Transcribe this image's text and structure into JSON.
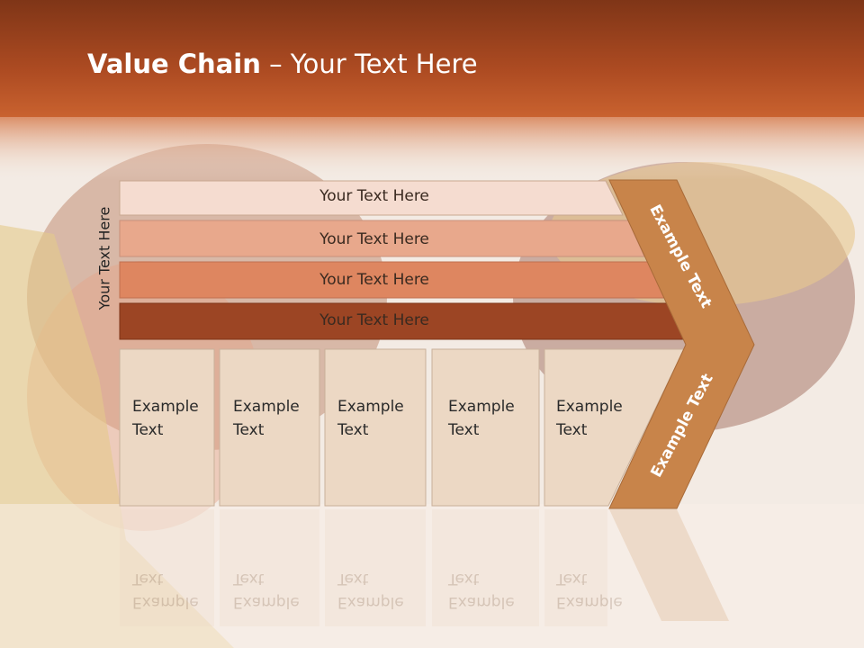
{
  "slide": {
    "title_bold": "Value Chain",
    "title_rest": " – Your Text Here"
  },
  "side_label": "Your Text Here",
  "bars": [
    {
      "label": "Your Text Here",
      "color": "#f5dcd0"
    },
    {
      "label": "Your Text Here",
      "color": "#e8a88c"
    },
    {
      "label": "Your Text Here",
      "color": "#de8660"
    },
    {
      "label": "Your Text Here",
      "color": "#9c4524"
    }
  ],
  "boxes": [
    {
      "label": "Example\nText"
    },
    {
      "label": "Example\nText"
    },
    {
      "label": "Example\nText"
    },
    {
      "label": "Example\nText"
    },
    {
      "label": "Example\nText"
    }
  ],
  "chevron": {
    "upper_label": "Example Text",
    "lower_label": "Example Text",
    "color": "#c8844a"
  },
  "colors": {
    "header": "#a1401c",
    "box_fill": "#ecd8c4",
    "box_border": "#c9b09a"
  }
}
